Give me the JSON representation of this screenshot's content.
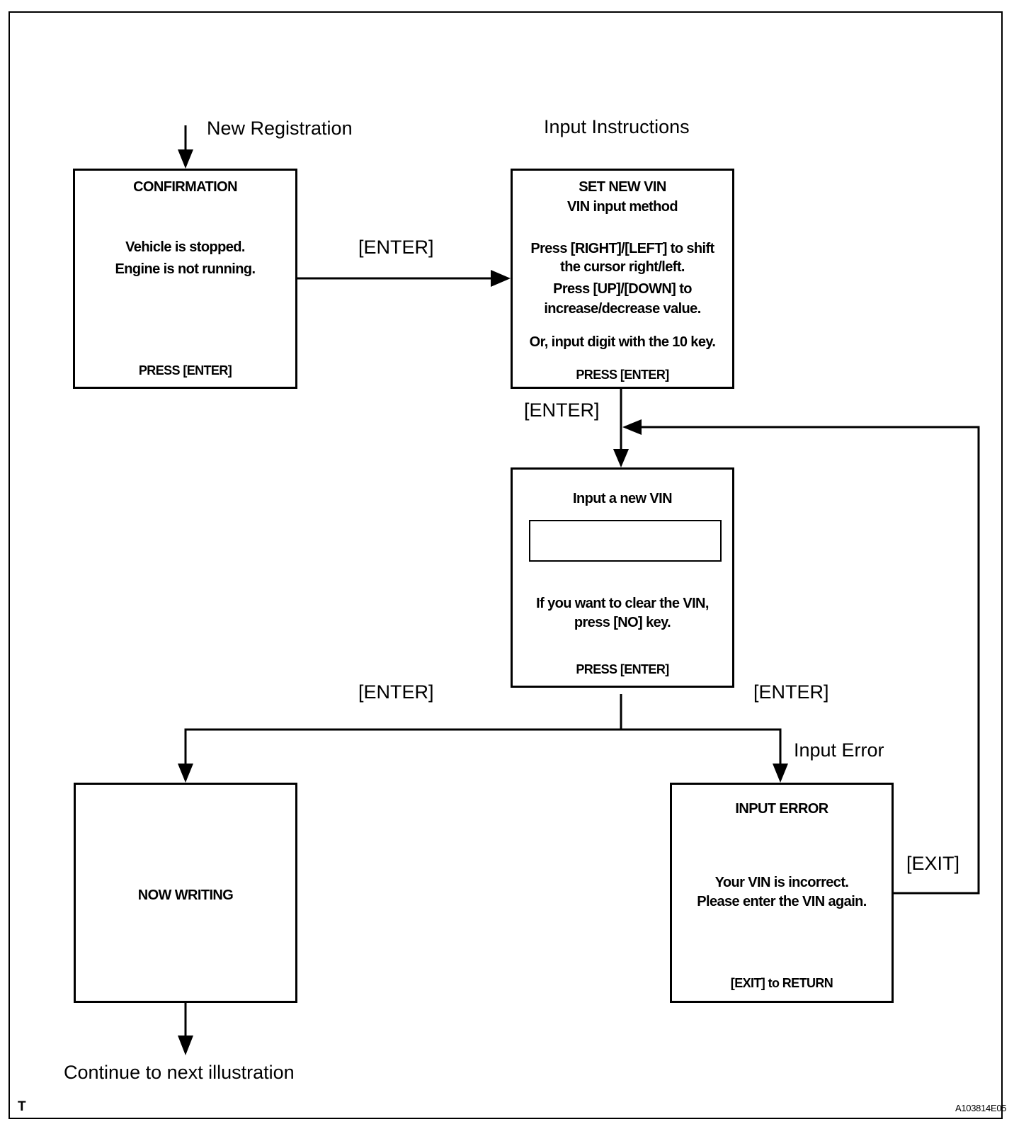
{
  "labels": {
    "new_registration": "New Registration",
    "input_instructions": "Input Instructions",
    "enter_1": "[ENTER]",
    "enter_2": "[ENTER]",
    "enter_3": "[ENTER]",
    "enter_4": "[ENTER]",
    "input_error": "Input Error",
    "exit": "[EXIT]",
    "continue": "Continue to next illustration"
  },
  "screens": {
    "confirmation": {
      "title": "CONFIRMATION",
      "line1": "Vehicle is stopped.",
      "line2": "Engine is not running.",
      "footer": "PRESS [ENTER]"
    },
    "set_new_vin": {
      "title": "SET NEW VIN",
      "subtitle": "VIN input method",
      "line1": "Press [RIGHT]/[LEFT] to shift",
      "line2": "the cursor right/left.",
      "line3": "Press [UP]/[DOWN]  to",
      "line4": "increase/decrease value.",
      "line5": "Or, input digit with the 10 key.",
      "footer": "PRESS [ENTER]"
    },
    "input_vin": {
      "title": "Input a new VIN",
      "field_value": "",
      "line1": "If you want to clear the VIN,",
      "line2": "press [NO] key.",
      "footer": "PRESS [ENTER]"
    },
    "now_writing": {
      "title": "NOW WRITING"
    },
    "input_error": {
      "title": "INPUT  ERROR",
      "line1": "Your VIN is incorrect.",
      "line2": "Please enter the VIN again.",
      "footer": "[EXIT] to RETURN"
    }
  },
  "corner_mark": "T",
  "figure_code": "A103814E05"
}
